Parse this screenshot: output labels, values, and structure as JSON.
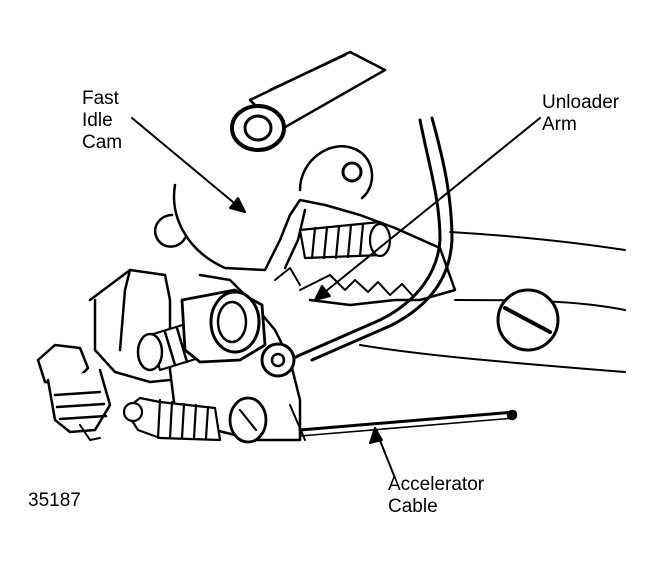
{
  "labels": {
    "fast_idle_cam": "Fast\nIdle\nCam",
    "unloader_arm": "Unloader\nArm",
    "accelerator_cable": "Accelerator\nCable"
  },
  "figure_number": "35187",
  "colors": {
    "ink": "#000000",
    "paper": "#ffffff"
  }
}
